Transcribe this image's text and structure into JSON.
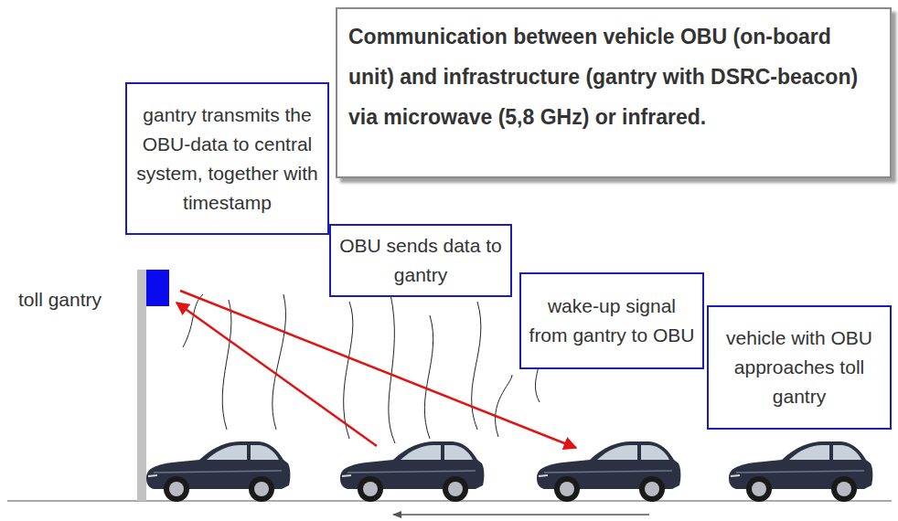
{
  "diagram": {
    "nodes": [
      {
        "text": [
          "Communication between vehicle OBU (on-board unit) and infrastructure (gantry with DSRC-beacon) via microwave (5,8 GHz) or infrared."
        ]
      },
      {
        "text": [
          "gantry transmits the OBU-data to central system, together with timestamp"
        ]
      },
      {
        "text": [
          "OBU sends data to gantry"
        ]
      },
      {
        "text": [
          "wake-up signal from gantry to OBU"
        ]
      },
      {
        "text": [
          "vehicle with OBU approaches toll gantry"
        ]
      }
    ],
    "labels": [
      "toll gantry"
    ]
  }
}
